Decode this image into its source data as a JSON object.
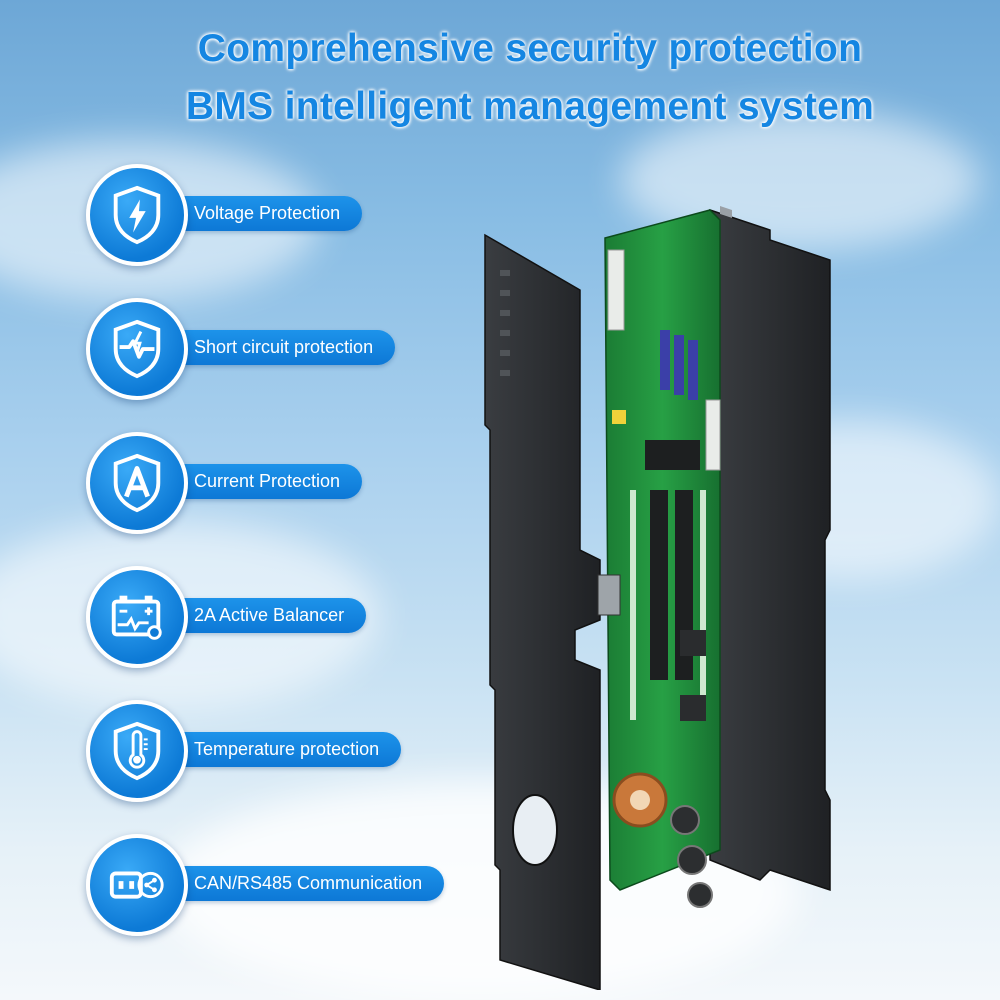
{
  "headline": {
    "line1": "Comprehensive security protection",
    "line2": "BMS intelligent management system"
  },
  "features": [
    {
      "label": "Voltage Protection",
      "icon": "shield-bolt-icon"
    },
    {
      "label": "Short circuit protection",
      "icon": "shield-short-circuit-icon"
    },
    {
      "label": "Current Protection",
      "icon": "shield-ampere-icon"
    },
    {
      "label": "2A Active Balancer",
      "icon": "battery-balancer-icon"
    },
    {
      "label": "Temperature protection",
      "icon": "shield-thermometer-icon"
    },
    {
      "label": "CAN/RS485 Communication",
      "icon": "communication-port-icon"
    }
  ],
  "colors": {
    "accent": "#1586e2",
    "pill": "#0d7ad6",
    "pcb": "#1e8a3a",
    "plate": "#2b2d30"
  }
}
